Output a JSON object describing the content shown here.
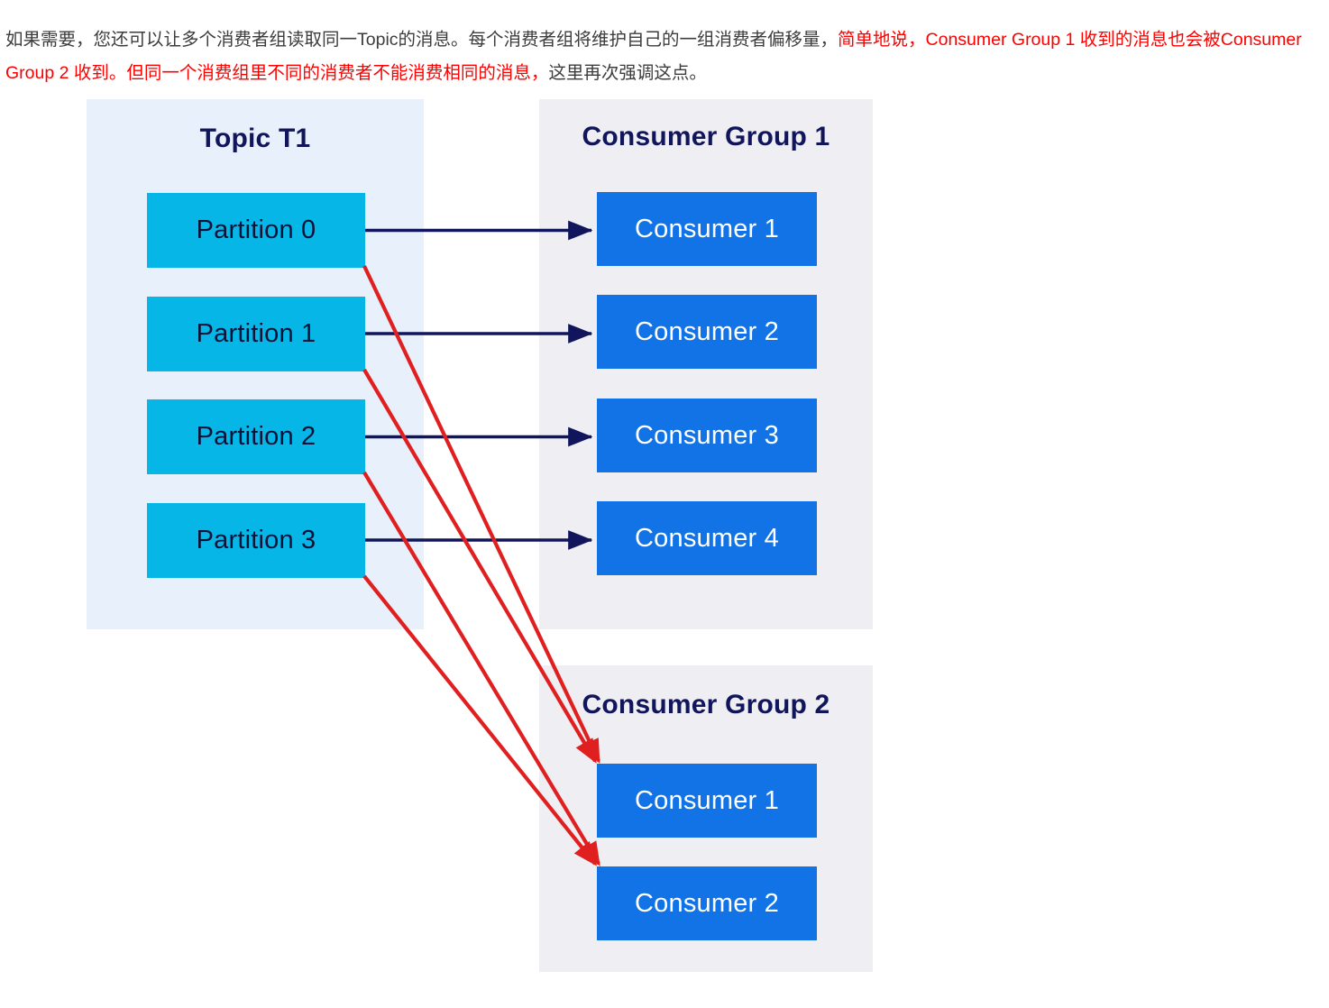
{
  "caption": {
    "segment_1": "如果需要，您还可以让多个消费者组读取同一Topic的消息。每个消费者组将维护自己的一组消费者偏移量，",
    "segment_2_highlight": "简单地说，Consumer Group 1 收到的消息也会被Consumer Group 2 收到。但同一个消费组里不同的消费者不能消费相同的消息，",
    "segment_3": "这里再次强调这点。"
  },
  "diagram": {
    "title_topic": "Topic T1",
    "title_group_1": "Consumer Group 1",
    "title_group_2": "Consumer Group 2",
    "partitions": [
      {
        "label": "Partition 0"
      },
      {
        "label": "Partition 1"
      },
      {
        "label": "Partition 2"
      },
      {
        "label": "Partition 3"
      }
    ],
    "group_1_consumers": [
      {
        "label": "Consumer 1"
      },
      {
        "label": "Consumer 2"
      },
      {
        "label": "Consumer 3"
      },
      {
        "label": "Consumer 4"
      }
    ],
    "group_2_consumers": [
      {
        "label": "Consumer 1"
      },
      {
        "label": "Consumer 2"
      }
    ],
    "colors": {
      "partition_fill": "#06b6e6",
      "consumer_fill": "#1273e6",
      "topic_panel_bg": "#e8f1fb",
      "group_panel_bg": "#efeef3",
      "title_text": "#11165c",
      "arrow_group_1": "#11165c",
      "arrow_group_2": "#e02020",
      "caption_text": "#3c3c3c",
      "caption_highlight": "#ff0000"
    },
    "connections_group_1": [
      {
        "from": "Partition 0",
        "to": "Consumer 1"
      },
      {
        "from": "Partition 1",
        "to": "Consumer 2"
      },
      {
        "from": "Partition 2",
        "to": "Consumer 3"
      },
      {
        "from": "Partition 3",
        "to": "Consumer 4"
      }
    ],
    "connections_group_2": [
      {
        "from": "Partition 0",
        "to": "Consumer 1"
      },
      {
        "from": "Partition 1",
        "to": "Consumer 1"
      },
      {
        "from": "Partition 2",
        "to": "Consumer 2"
      },
      {
        "from": "Partition 3",
        "to": "Consumer 2"
      }
    ]
  }
}
